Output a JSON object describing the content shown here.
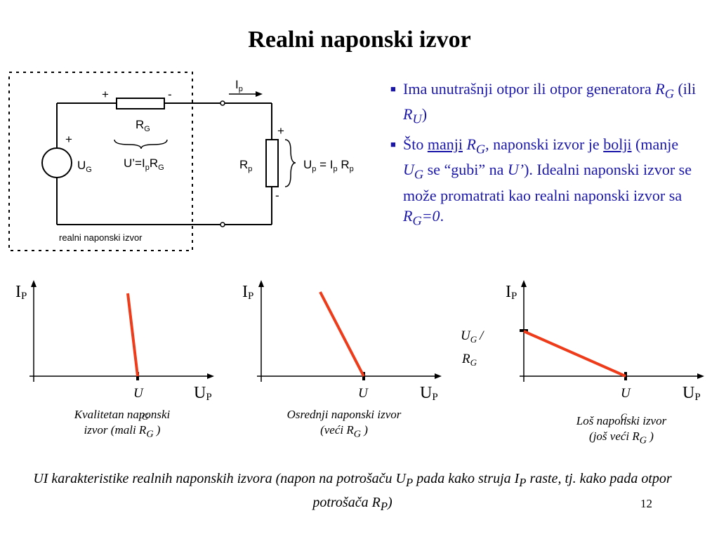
{
  "title": "Realni naponski izvor",
  "circuit": {
    "i_main": "I",
    "i_sub": "p",
    "plus_rg": "+",
    "minus_rg": "-",
    "rg_main": "R",
    "rg_sub": "G",
    "plus_ug": "+",
    "ug_main": "U",
    "ug_sub": "G",
    "drop": {
      "a": "U’=I",
      "b": "p",
      "c": "R",
      "d": "G"
    },
    "plus_rp": "+",
    "minus_rp": "-",
    "rp_main": "R",
    "rp_sub": "p",
    "up": {
      "a": "U",
      "b": "p",
      "c": " = I",
      "d": "p",
      "e": " R",
      "f": "p"
    },
    "box_label": "realni naponski izvor"
  },
  "bullets": {
    "b1": {
      "a": "Ima unutrašnji otpor ili otpor generatora ",
      "b": "R",
      "c": "G",
      "d": " (ili ",
      "e": "R",
      "f": "U",
      "g": ")"
    },
    "b2": {
      "a": "Što ",
      "b": "manji",
      "c": " ",
      "d": "R",
      "e": "G",
      "f": ", naponski izvor je ",
      "g": "bolji",
      "h": " (manje ",
      "i": "U",
      "j": "G",
      "k": " se “gubi” na ",
      "l": "U’",
      "m": "). Idealni naponski izvor se može promatrati kao realni naponski izvor sa ",
      "n": "R",
      "o": "G",
      "p": "=0",
      "q": "."
    }
  },
  "graphs": {
    "ip_main": "I",
    "ip_sub": "P",
    "up_main": "U",
    "up_sub": "P",
    "ug_tick_main": "U",
    "ug_tick_sub": "G",
    "ratio": {
      "u": "U",
      "g1": "G",
      "slash": "/",
      "r": "R",
      "g2": "G"
    },
    "line_color": "#ee3b1a",
    "captions": {
      "c1": {
        "a": "Kvalitetan naponski",
        "b": "izvor (mali R",
        "c": "G",
        "d": " )"
      },
      "c2": {
        "a": "Osrednji naponski izvor",
        "b": "(veći R",
        "c": "G",
        "d": " )"
      },
      "c3": {
        "a": "Loš naponski izvor",
        "b": "(još veći R",
        "c": "G",
        "d": " )"
      }
    }
  },
  "footer": {
    "a": "UI karakteristike realnih naponskih izvora (napon na potrošaču U",
    "b": "P",
    "c": "  pada kako struja I",
    "d": "P",
    "e": " raste, tj. kako pada otpor potrošača R",
    "f": "P",
    "g": ")"
  },
  "page_number": "12"
}
